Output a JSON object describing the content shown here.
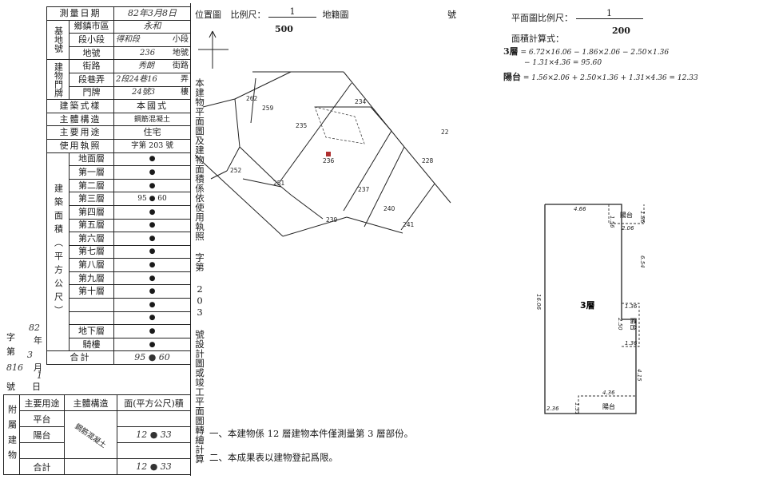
{
  "registration": {
    "survey_date_label": "測量日期",
    "survey_date_value": "82年3月8日",
    "site": {
      "group_label": "基地號",
      "city_label": "鄉鎮市區",
      "city_value": "永和",
      "section_label": "段小段",
      "section_value": "得和段",
      "section_suffix": "小段",
      "lot_label": "地號",
      "lot_value": "236",
      "lot_suffix": "地號"
    },
    "address": {
      "group_label": "建物門牌",
      "street_label": "街路",
      "street_value": "秀朗",
      "street_suffix": "街路",
      "lane_label": "段巷弄",
      "lane_value": "2段24巷16",
      "lane_suffix": "弄",
      "door_label": "門牌",
      "door_value": "24號3",
      "door_suffix": "樓"
    },
    "style_label": "建築式樣",
    "style_value": "本國式",
    "structure_label": "主體構造",
    "structure_value": "鋼筋混凝土",
    "use_label": "主要用途",
    "use_value": "住宅",
    "permit_label": "使用執照",
    "permit_value": "字第 203 號",
    "floors_group_label": "建築面積（平方公尺）",
    "floors": [
      {
        "name": "地面層",
        "value": "●"
      },
      {
        "name": "第一層",
        "value": "●"
      },
      {
        "name": "第二層",
        "value": "●"
      },
      {
        "name": "第三層",
        "value": "95 ● 60"
      },
      {
        "name": "第四層",
        "value": "●"
      },
      {
        "name": "第五層",
        "value": "●"
      },
      {
        "name": "第六層",
        "value": "●"
      },
      {
        "name": "第七層",
        "value": "●"
      },
      {
        "name": "第八層",
        "value": "●"
      },
      {
        "name": "第九層",
        "value": "●"
      },
      {
        "name": "第十層",
        "value": "●"
      },
      {
        "name": "",
        "value": "●"
      },
      {
        "name": "",
        "value": "●"
      },
      {
        "name": "地下層",
        "value": "●"
      },
      {
        "name": "騎樓",
        "value": "●"
      }
    ],
    "total_label": "合計",
    "total_value": "95 ● 60"
  },
  "side_notes": {
    "year": "82",
    "year_label": "年",
    "month": "3",
    "month_label": "月",
    "day": "1",
    "day_label": "日",
    "zi": "字",
    "di": "第",
    "hao": "號",
    "num": "816"
  },
  "attachments": {
    "group_label": "附屬建物",
    "use_header": "主要用途",
    "struct_header": "主體構造",
    "area_header": "面(平方公尺)積",
    "rows": [
      {
        "use": "平台",
        "area": ""
      },
      {
        "use": "陽台",
        "area": "12 ● 33"
      },
      {
        "use": "",
        "area": ""
      }
    ],
    "struct_value": "鋼筋混凝土",
    "total_label": "合計",
    "total_value": "12 ● 33"
  },
  "vertical_text": "本建物平面圖及建物面積係依使用執照 字第 203 號設計圖或竣工平面圖轉繪計算",
  "location_map": {
    "title": "位置圖",
    "scale_label": "比例尺：",
    "scale_num": "1",
    "scale_den": "500",
    "cadastral_label": "地籍圖",
    "number_label": "號",
    "parcels": [
      "262",
      "259",
      "234",
      "235",
      "22",
      "236",
      "228",
      "252",
      "251",
      "237",
      "240",
      "239",
      "241"
    ]
  },
  "floor_plan": {
    "scale_label": "平面圖比例尺：",
    "scale_num": "1",
    "scale_den": "200",
    "area_calc_label": "面積計算式：",
    "calc_floor3_label": "3層",
    "calc_floor3_line1": "= 6.72×16.06 − 1.86×2.06 − 2.50×1.36",
    "calc_floor3_line2": "− 1.31×4.36 = 95.60",
    "calc_balcony_label": "陽台",
    "calc_balcony_line": "= 1.56×2.06 + 2.50×1.36 + 1.31×4.36 = 12.33",
    "floor_label": "3層",
    "balcony_label": "陽台",
    "dims": [
      "4.66",
      "1.56",
      "1.86",
      "2.06",
      "6.54",
      "16.06",
      "1.36",
      "2.50",
      "1.36",
      "4.15",
      "4.36",
      "2.36",
      "1.31"
    ]
  },
  "notes": [
    "一、本建物係 12 層建物本件僅測量第 3 層部份。",
    "二、本成果表以建物登記爲限。"
  ]
}
